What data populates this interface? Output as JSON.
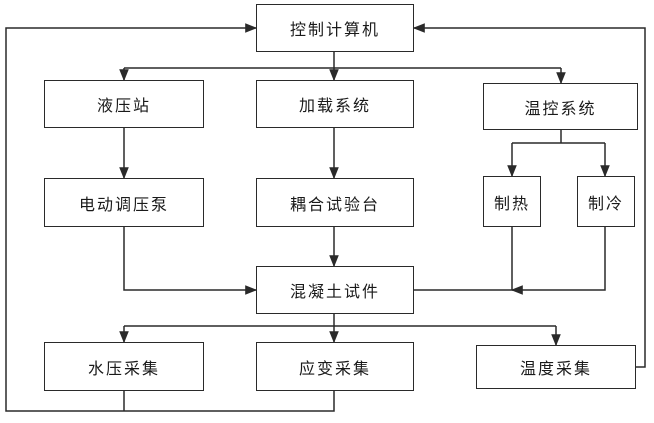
{
  "nodes": {
    "computer": "控制计算机",
    "hydraulic": "液压站",
    "loading": "加载系统",
    "temp_control": "温控系统",
    "pump": "电动调压泵",
    "coupled_bench": "耦合试验台",
    "heating": "制热",
    "cooling": "制冷",
    "specimen": "混凝土试件",
    "water_pressure": "水压采集",
    "strain": "应变采集",
    "temperature": "温度采集"
  },
  "colors": {
    "line": "#2a2a2a",
    "border": "#2a2a2a"
  }
}
